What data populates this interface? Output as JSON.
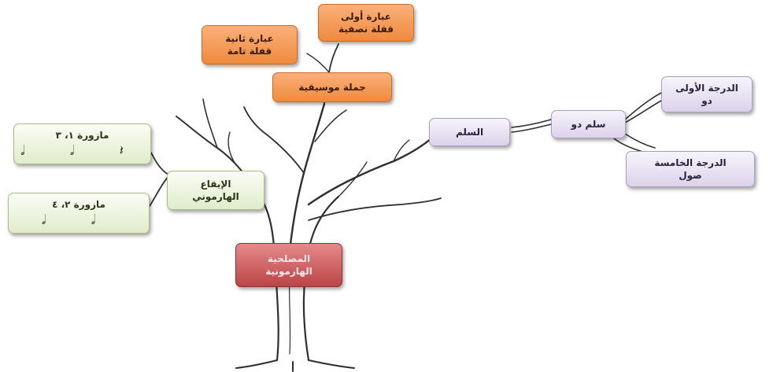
{
  "root": {
    "line1": "المصلحية",
    "line2": "الهارمونية"
  },
  "phrase": {
    "label": "جملة موسيقية"
  },
  "phrase_first": {
    "line1": "عبارة أولى",
    "line2": "قفلة نصفية"
  },
  "phrase_second": {
    "line1": "عبارة ثانية",
    "line2": "قفلة تامة"
  },
  "scale": {
    "label": "السلم"
  },
  "scale_do": {
    "label": "سلم دو"
  },
  "degree_first": {
    "line1": "الدرجة الأولى",
    "line2": "دو"
  },
  "degree_fifth": {
    "line1": "الدرجة الخامسة",
    "line2": "صول"
  },
  "rhythm": {
    "line1": "الإيقاع",
    "line2": "الهارموني"
  },
  "measure_1_3": {
    "label": "مازورة ١، ٣",
    "notes": "𝅗𝅥 𝅗𝅥 𝄽"
  },
  "measure_2_4": {
    "label": "مازورة ٢، ٤",
    "notes": "𝅗𝅥 𝅗𝅥"
  },
  "colors": {
    "orange": "#ee8a3e",
    "purple": "#dcd2ea",
    "green": "#dfeccb",
    "red": "#bb4547",
    "branch": "#2f2f2f"
  }
}
